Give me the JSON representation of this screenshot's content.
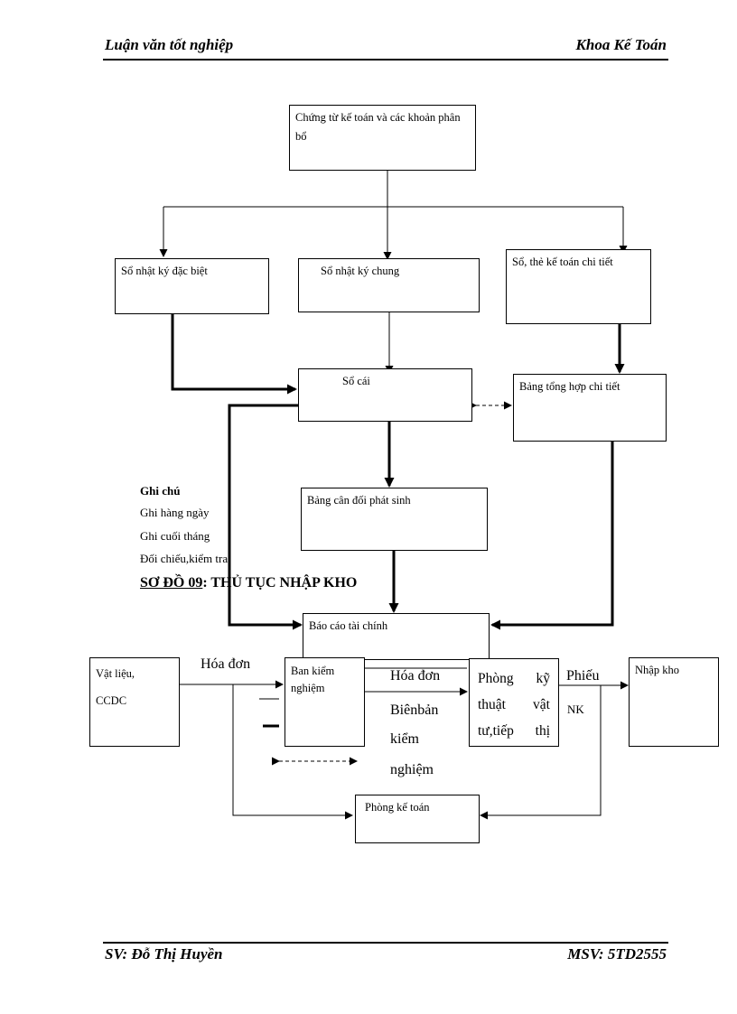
{
  "header": {
    "left": "Luận văn tốt nghiệp",
    "right": "Khoa Kế Toán"
  },
  "footer": {
    "left": "SV: Đỗ Thị Huyền",
    "right": "MSV: 5TD2555"
  },
  "diagram1": {
    "source": "Chứng từ kế toán và các khoản phân bổ",
    "journal_special": "Sổ nhật ký đặc biệt",
    "journal_general": "Sổ nhật ký chung",
    "detail_books": "Sổ, thẻ kế toán chi tiết",
    "ledger": "Sổ cái",
    "detail_summary": "Bảng tổng hợp chi tiết",
    "trial_balance": "Bảng cân đối phát sinh",
    "financial_report": "Báo cáo tài chính"
  },
  "legend": {
    "title": "Ghi chú",
    "daily": "Ghi hàng ngày",
    "month_end": "Ghi cuối tháng",
    "check": "Đối chiếu,kiểm tra"
  },
  "diagram2": {
    "title_prefix": "SƠ ĐỒ 09",
    "title_rest": ": THỦ TỤC NHẬP KHO",
    "materials": "Vật liệu,",
    "materials_2": "CCDC",
    "invoice_1": "Hóa đơn",
    "inspection_board": "Ban kiểm nghiệm",
    "invoice_2": "Hóa đơn",
    "minutes_1": "Biênbản",
    "minutes_2": "kiểm",
    "minutes_3": "nghiệm",
    "tech_dept_1": "Phòng kỹ",
    "tech_dept_2": "thuật vật",
    "tech_dept_3": "tư,tiếp thị",
    "receipt_1": "Phiếu",
    "receipt_2": "NK",
    "warehouse": "Nhập kho",
    "accounting_dept": "Phòng kế toán"
  }
}
